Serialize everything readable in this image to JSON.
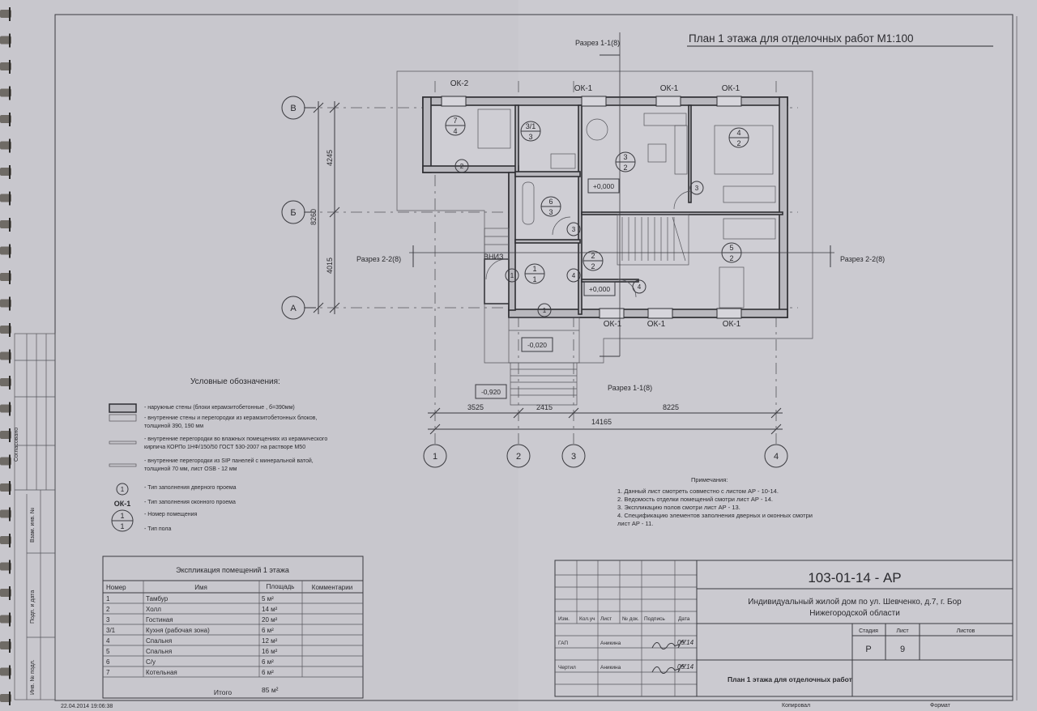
{
  "sheet": {
    "title": "План 1 этажа для отделочных работ М1:100",
    "timestamp": "22.04.2014 19:06:38",
    "copied_label": "Копировал",
    "format_label": "Формат"
  },
  "plan": {
    "axes_letters": [
      "В",
      "Б",
      "А"
    ],
    "axes_numbers": [
      "1",
      "2",
      "3",
      "4"
    ],
    "vertical_dims": {
      "top": "4245",
      "total": "8260",
      "bottom": "4015"
    },
    "horizontal_dims": {
      "d12": "3525",
      "d23": "2415",
      "d34": "8225",
      "total": "14165"
    },
    "section_1_top": "Разрез 1-1(8)",
    "section_1_bottom": "Разрез 1-1(8)",
    "section_2_left": "Разрез 2-2(8)",
    "section_2_right": "Разрез 2-2(8)",
    "stairs_label": "ВНИЗ",
    "windows_top": [
      "ОК-2",
      "ОК-1",
      "ОК-1",
      "ОК-1"
    ],
    "windows_bottom": [
      "ОК-1",
      "ОК-1",
      "ОК-1"
    ],
    "rooms": [
      {
        "num": "7",
        "floor": "4"
      },
      {
        "num": "3/1",
        "floor": "3"
      },
      {
        "num": "3",
        "floor": "2"
      },
      {
        "num": "4",
        "floor": "2"
      },
      {
        "num": "6",
        "floor": "3"
      },
      {
        "num": "2",
        "floor": "2"
      },
      {
        "num": "1",
        "floor": "1"
      },
      {
        "num": "5",
        "floor": "2"
      }
    ],
    "doors": [
      "2",
      "3",
      "3",
      "1",
      "4",
      "4",
      "1"
    ],
    "elevations": [
      "+0,000",
      "+0,000",
      "-0,020",
      "-0,920"
    ]
  },
  "legend": {
    "title": "Условные обозначения:",
    "items": [
      "- наружные стены (блоки керамзитобетонные , б=390мм)",
      "- внутренние стены и перегородки из керамзитобетонных блоков,",
      "толщиной 390, 190 мм",
      "- внутренние перегородки во влажных помещениях из керамического",
      "кирпича КОРПо 1НФ/150/50 ГОСТ 530-2007 на растворе М50",
      "- внутренние перегородки из SIP панелей с  минеральной ватой,",
      "толщиной 70 мм, лист OSB - 12 мм",
      "- Тип заполнения дверного проема",
      "- Тип заполнения оконного проема",
      "- Номер помещения",
      "- Тип пола"
    ],
    "door_symbol": "1",
    "window_symbol": "ОК-1",
    "room_symbol_top": "1",
    "room_symbol_bottom": "1"
  },
  "notes": {
    "title": "Примечания:",
    "lines": [
      "1. Данный лист смотреть совместно с листом АР - 10-14.",
      "2. Ведомость отделки помещений смотри лист АР - 14.",
      "3. Экспликацию полов смотри лист АР - 13.",
      "4. Спецификацию элементов заполнения дверных и оконных смотри",
      "лист АР - 11."
    ]
  },
  "explication": {
    "title": "Экспликация  помещений 1 этажа",
    "headers": [
      "Номер",
      "Имя",
      "Площадь",
      "Комментарии"
    ],
    "rows": [
      [
        "1",
        "Тамбур",
        "5 м²",
        ""
      ],
      [
        "2",
        "Холл",
        "14 м²",
        ""
      ],
      [
        "3",
        "Гостиная",
        "20 м²",
        ""
      ],
      [
        "3/1",
        "Кухня (рабочая зона)",
        "6 м²",
        ""
      ],
      [
        "4",
        "Спальня",
        "12 м²",
        ""
      ],
      [
        "5",
        "Спальня",
        "16 м²",
        ""
      ],
      [
        "6",
        "С/у",
        "6 м²",
        ""
      ],
      [
        "7",
        "Котельная",
        "6 м²",
        ""
      ]
    ],
    "total_label": "Итого",
    "total_value": "85 м²"
  },
  "title_block": {
    "code": "103-01-14 - АР",
    "project_line1": "Индивидуальный жилой дом по ул. Шевченко, д.7, г. Бор",
    "project_line2": "Нижегородской области",
    "columns": [
      "Изм.",
      "Кол.уч",
      "Лист",
      "№ док.",
      "Подпись",
      "Дата"
    ],
    "roles": [
      {
        "role": "ГАП",
        "name": "Аникина",
        "date": "05.14"
      },
      {
        "role": "Чертил",
        "name": "Аникина",
        "date": "05.14"
      }
    ],
    "stage_label": "Стадия",
    "sheet_label": "Лист",
    "sheets_label": "Листов",
    "stage": "Р",
    "sheet": "9",
    "sheets": "",
    "drawing_name": "План 1 этажа для отделочных работ"
  },
  "side_stamp": {
    "agreed": "Согласовано",
    "labels": [
      "Взам. инв. №",
      "Подп. и дата",
      "Инв. № подл."
    ]
  }
}
